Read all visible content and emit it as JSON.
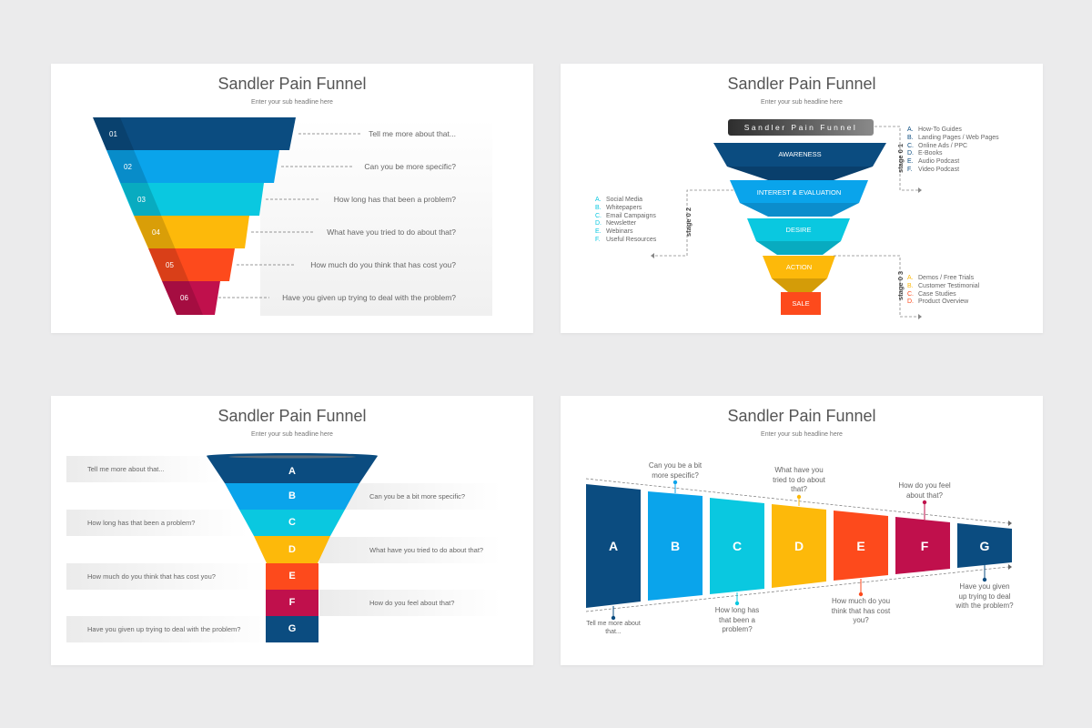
{
  "slides": [
    {
      "title": "Sandler Pain Funnel",
      "subtitle": "Enter your sub headline here",
      "steps": [
        {
          "num": "01",
          "question": "Tell me more about that...",
          "color": "#0b4c80"
        },
        {
          "num": "02",
          "question": "Can you be more specific?",
          "color": "#0aa4eb"
        },
        {
          "num": "03",
          "question": "How long has that been a problem?",
          "color": "#0ac8e0"
        },
        {
          "num": "04",
          "question": "What have you tried to do about that?",
          "color": "#fdb90a"
        },
        {
          "num": "05",
          "question": "How much do you think that has cost you?",
          "color": "#fd4a1c"
        },
        {
          "num": "06",
          "question": "Have you given up trying to deal with the problem?",
          "color": "#c0104c"
        }
      ]
    },
    {
      "title": "Sandler Pain Funnel",
      "subtitle": "Enter your sub headline here",
      "header_label": "Sandler Pain Funnel",
      "levels": [
        {
          "label": "AWARENESS",
          "color": "#0b4c80"
        },
        {
          "label": "INTEREST & EVALUATION",
          "color": "#0aa4eb"
        },
        {
          "label": "DESIRE",
          "color": "#0ac8e0"
        },
        {
          "label": "ACTION",
          "color": "#fdb90a"
        },
        {
          "label": "SALE",
          "color": "#fd4a1c"
        }
      ],
      "stage1": {
        "label": "stage 0 1",
        "items": [
          {
            "letter": "A.",
            "text": "How-To Guides"
          },
          {
            "letter": "B.",
            "text": "Landing Pages / Web Pages"
          },
          {
            "letter": "C.",
            "text": "Online Ads / PPC"
          },
          {
            "letter": "D.",
            "text": "E-Books"
          },
          {
            "letter": "E.",
            "text": "Audio Podcast"
          },
          {
            "letter": "F.",
            "text": "Video Podcast"
          }
        ]
      },
      "stage2": {
        "label": "stage 0 2",
        "items": [
          {
            "letter": "A.",
            "text": "Social Media"
          },
          {
            "letter": "B.",
            "text": "Whitepapers"
          },
          {
            "letter": "C.",
            "text": "Email Campaigns"
          },
          {
            "letter": "D.",
            "text": "Newsletter"
          },
          {
            "letter": "E.",
            "text": "Webinars"
          },
          {
            "letter": "F.",
            "text": "Useful Resources"
          }
        ]
      },
      "stage3": {
        "label": "stage 0 3",
        "items": [
          {
            "letter": "A.",
            "text": "Demos / Free Trials"
          },
          {
            "letter": "B.",
            "text": "Customer Testimonial"
          },
          {
            "letter": "C.",
            "text": "Case Studies"
          },
          {
            "letter": "D.",
            "text": "Product Overview"
          }
        ]
      }
    },
    {
      "title": "Sandler Pain Funnel",
      "subtitle": "Enter your sub headline here",
      "steps": [
        {
          "letter": "A",
          "question": "Tell me more about that...",
          "color": "#0b4c80"
        },
        {
          "letter": "B",
          "question": "Can you be a bit more specific?",
          "color": "#0aa4eb"
        },
        {
          "letter": "C",
          "question": "How long has that been a problem?",
          "color": "#0ac8e0"
        },
        {
          "letter": "D",
          "question": "What have you tried to do about that?",
          "color": "#fdb90a"
        },
        {
          "letter": "E",
          "question": "How much do you think that has cost you?",
          "color": "#fd4a1c"
        },
        {
          "letter": "F",
          "question": "How do you feel about that?",
          "color": "#c0104c"
        },
        {
          "letter": "G",
          "question": "Have you given up trying to deal with the problem?",
          "color": "#0b4c80"
        }
      ]
    },
    {
      "title": "Sandler Pain Funnel",
      "subtitle": "Enter your sub headline here",
      "steps": [
        {
          "letter": "A",
          "question": "Tell me more about that...",
          "color": "#0b4c80"
        },
        {
          "letter": "B",
          "question": "Can you be a bit more specific?",
          "color": "#0aa4eb"
        },
        {
          "letter": "C",
          "question": "How long has that been a problem?",
          "color": "#0ac8e0"
        },
        {
          "letter": "D",
          "question": "What have you tried to do about that?",
          "color": "#fdb90a"
        },
        {
          "letter": "E",
          "question": "How much do you think that has cost you?",
          "color": "#fd4a1c"
        },
        {
          "letter": "F",
          "question": "How do you feel about that?",
          "color": "#c0104c"
        },
        {
          "letter": "G",
          "question": "Have you given up trying to deal with the problem?",
          "color": "#0b4c80"
        }
      ]
    }
  ]
}
